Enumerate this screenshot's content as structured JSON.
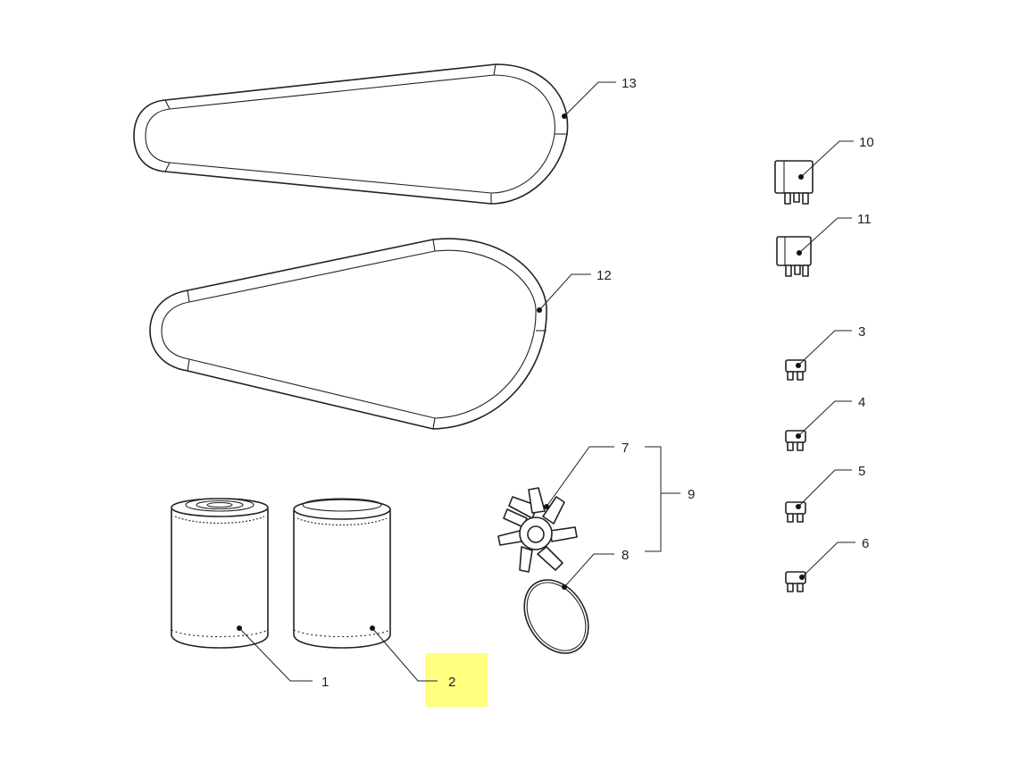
{
  "highlight_color": "#ffff80",
  "callouts": {
    "c1": "1",
    "c2": "2",
    "c3": "3",
    "c4": "4",
    "c5": "5",
    "c6": "6",
    "c7": "7",
    "c8": "8",
    "c9": "9",
    "c10": "10",
    "c11": "11",
    "c12": "12",
    "c13": "13"
  },
  "highlighted_callout": "2"
}
